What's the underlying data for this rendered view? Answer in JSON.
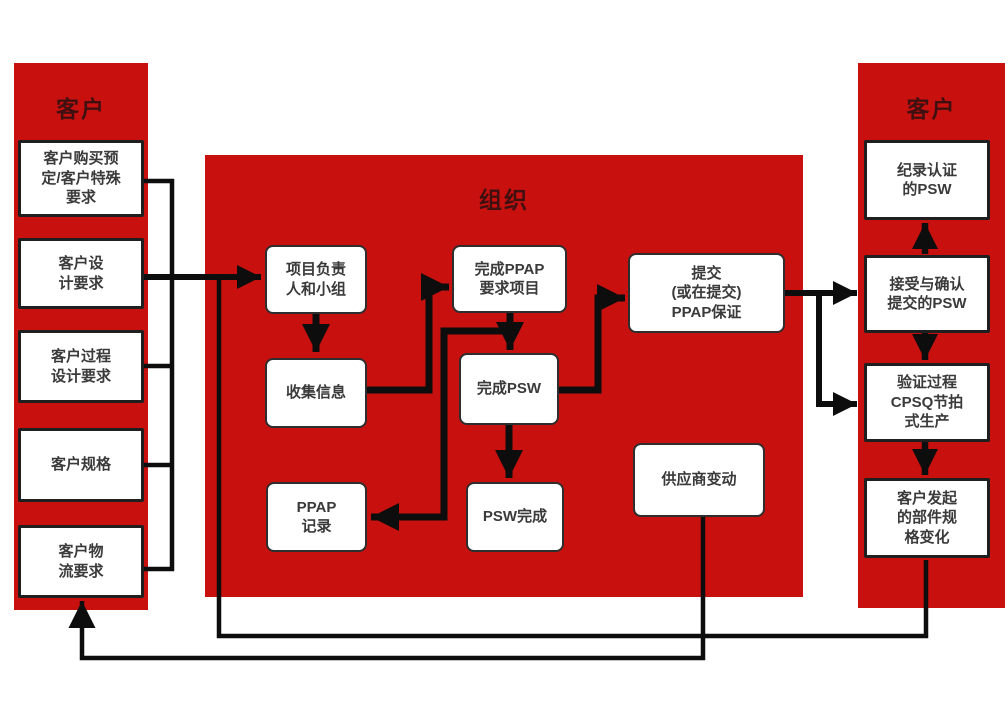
{
  "colors": {
    "region_red": "#C8100E",
    "header_text": "#401010",
    "box_border": "#1f1f1f",
    "box_text": "#3a3a3a",
    "connector": "#0d0d0d",
    "background": "#ffffff"
  },
  "left_panel": {
    "title": "客户",
    "boxes": [
      "客户购买预\n定/客户特殊\n要求",
      "客户设\n计要求",
      "客户过程\n设计要求",
      "客户规格",
      "客户物\n流要求"
    ]
  },
  "organization_panel": {
    "title": "组织",
    "boxes": [
      "项目负责\n人和小组",
      "收集信息",
      "完成PPAP\n要求项目",
      "完成PSW",
      "PPAP\n记录",
      "PSW完成",
      "提交\n(或在提交)\nPPAP保证",
      "供应商变动"
    ]
  },
  "right_panel": {
    "title": "客户",
    "boxes": [
      "纪录认证\n的PSW",
      "接受与确认\n提交的PSW",
      "验证过程\nCPSQ节拍\n式生产",
      "客户发起\n的部件规\n格变化"
    ]
  }
}
